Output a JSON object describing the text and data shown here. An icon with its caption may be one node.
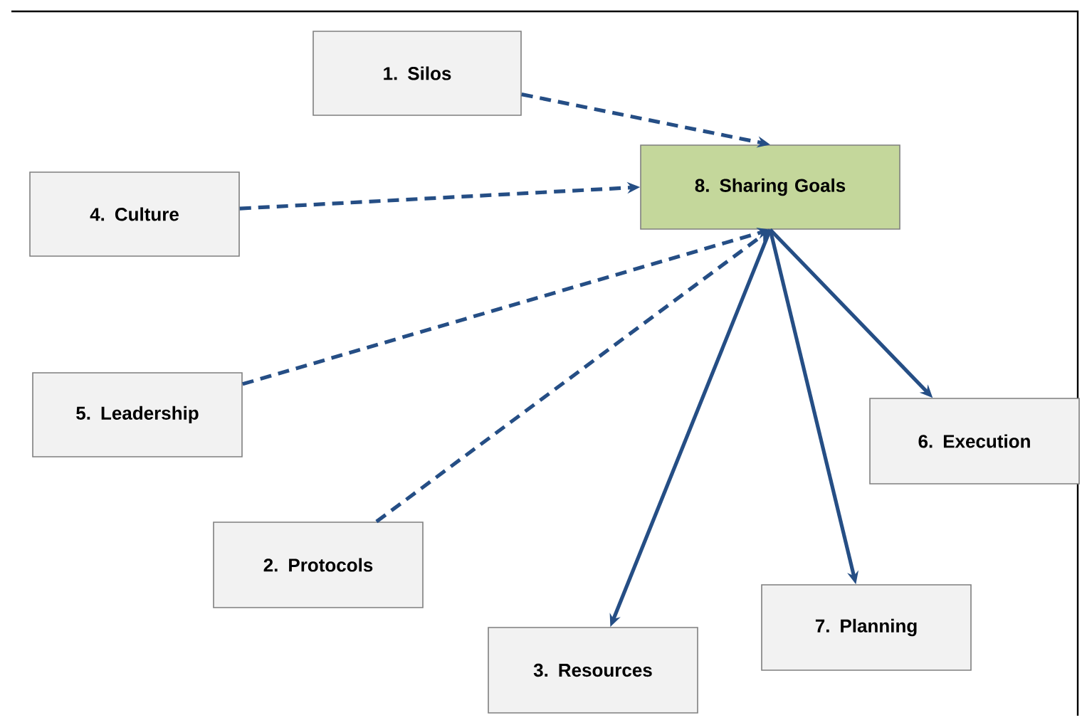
{
  "diagram": {
    "nodes": [
      {
        "text": [
          "1. Silos"
        ]
      },
      {
        "text": [
          "8. Sharing Goals"
        ]
      },
      {
        "text": [
          "4. Culture"
        ]
      },
      {
        "text": [
          "5. Leadership"
        ]
      },
      {
        "text": [
          "6. Execution"
        ]
      },
      {
        "text": [
          "2. Protocols"
        ]
      },
      {
        "text": [
          "7. Planning"
        ]
      },
      {
        "text": [
          "3. Resources"
        ]
      }
    ],
    "edges": [
      {
        "from": 0,
        "to": 1,
        "arrow": "to",
        "style": "dashed"
      },
      {
        "from": 2,
        "to": 1,
        "arrow": "to",
        "style": "dashed"
      },
      {
        "from": 3,
        "to": 1,
        "arrow": "to",
        "style": "dashed"
      },
      {
        "from": 5,
        "to": 1,
        "arrow": "to",
        "style": "dashed"
      },
      {
        "from": 1,
        "to": 4,
        "arrow": "to"
      },
      {
        "from": 1,
        "to": 6,
        "arrow": "to"
      },
      {
        "from": 1,
        "to": 7,
        "arrow": "to"
      }
    ]
  }
}
